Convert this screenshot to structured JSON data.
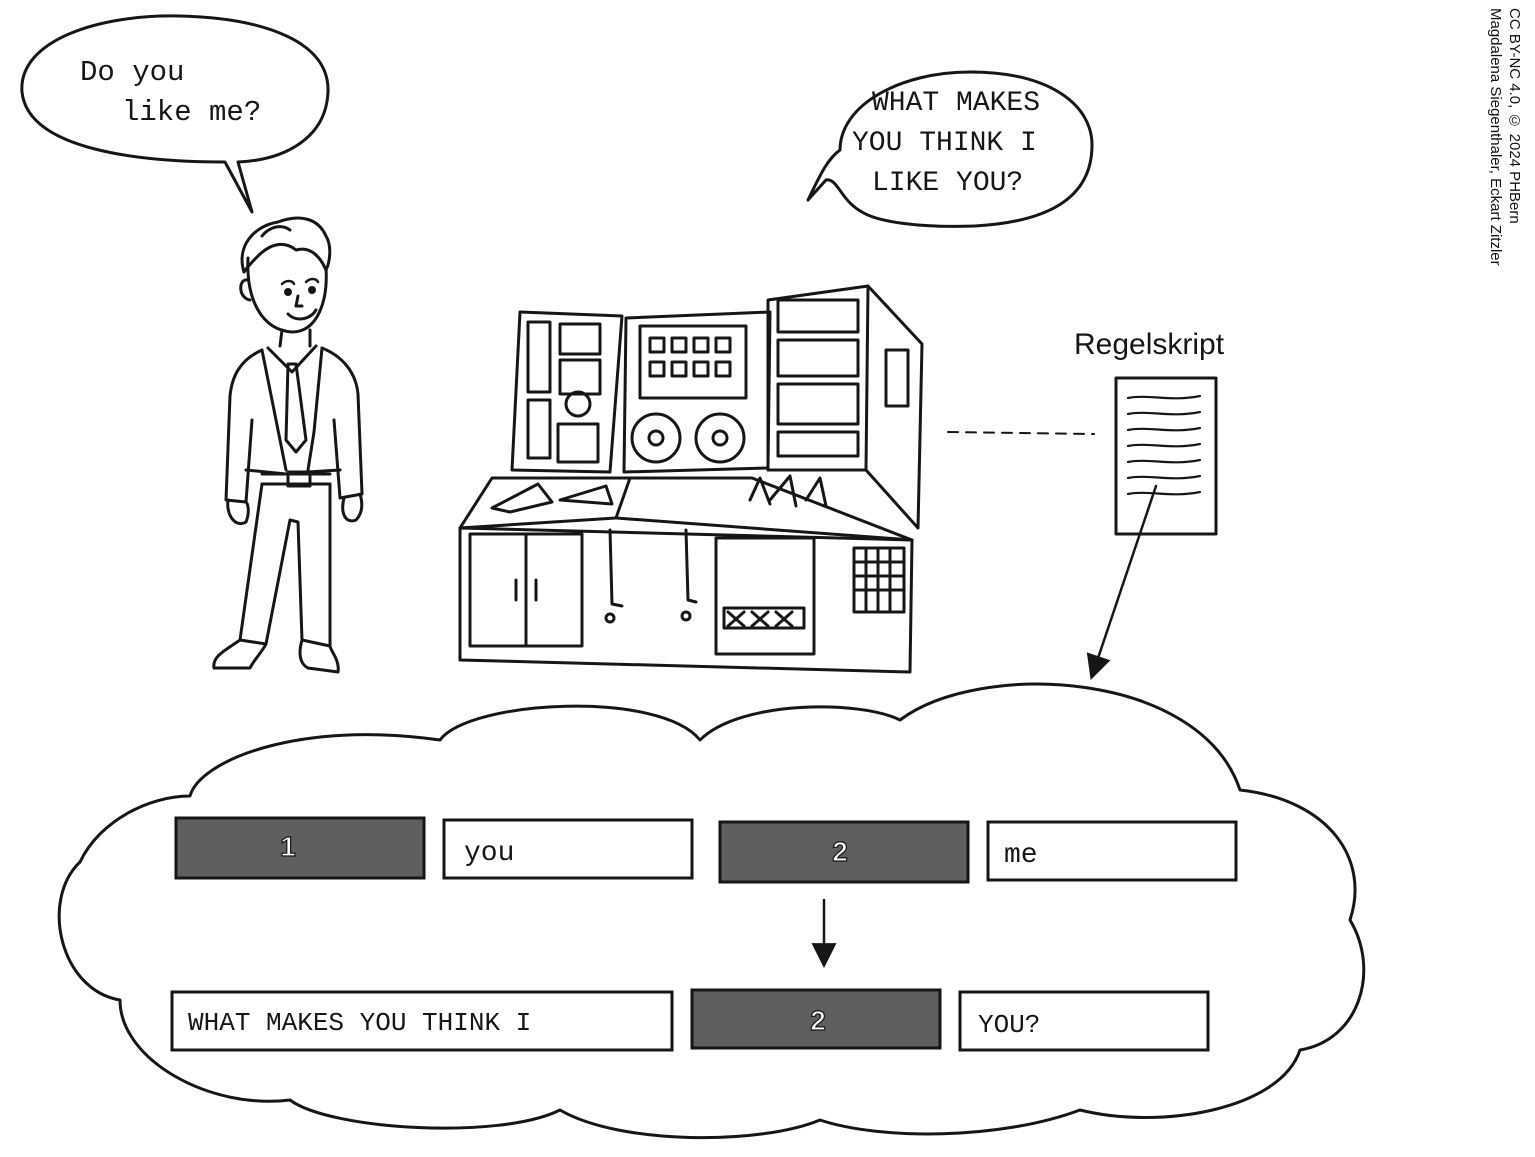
{
  "human_bubble": {
    "line1": "Do you",
    "line2": "like me?"
  },
  "computer_bubble": {
    "line1": "WHAT MAKES",
    "line2": "YOU THINK I",
    "line3": "LIKE YOU?"
  },
  "rule_script_label": "Regelskript",
  "pattern_row": [
    "1",
    "you",
    "2",
    "me"
  ],
  "response_row": [
    "WHAT MAKES YOU THINK I",
    "2",
    "YOU?"
  ],
  "credit": {
    "line1": "CC BY-NC 4.0, © 2024 PHBern",
    "line2": "Magdalena Siegenthaler, Eckart Zitzler"
  },
  "colors": {
    "filled_slot": "#5f5f5f",
    "ink": "#161616",
    "paper": "#ffffff"
  }
}
